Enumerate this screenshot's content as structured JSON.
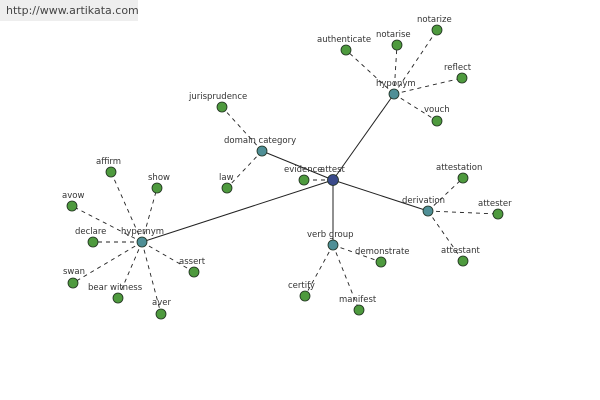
{
  "watermark": "http://www.artikata.com",
  "colors": {
    "leaf": "#4e9a3e",
    "relation": "#4f8f96",
    "center": "#3a4a8a",
    "edge": "#222222"
  },
  "nodes": [
    {
      "id": "attest",
      "label": "attest",
      "kind": "center"
    },
    {
      "id": "hyponym",
      "label": "hyponym",
      "kind": "relation"
    },
    {
      "id": "domain_category",
      "label": "domain category",
      "kind": "relation"
    },
    {
      "id": "hypernym",
      "label": "hypernym",
      "kind": "relation"
    },
    {
      "id": "verb_group",
      "label": "verb group",
      "kind": "relation"
    },
    {
      "id": "derivation",
      "label": "derivation",
      "kind": "relation"
    },
    {
      "id": "evidence",
      "label": "evidence",
      "kind": "leaf"
    },
    {
      "id": "authenticate",
      "label": "authenticate",
      "kind": "leaf"
    },
    {
      "id": "notarise",
      "label": "notarise",
      "kind": "leaf"
    },
    {
      "id": "notarize",
      "label": "notarize",
      "kind": "leaf"
    },
    {
      "id": "reflect",
      "label": "reflect",
      "kind": "leaf"
    },
    {
      "id": "vouch",
      "label": "vouch",
      "kind": "leaf"
    },
    {
      "id": "jurisprudence",
      "label": "jurisprudence",
      "kind": "leaf"
    },
    {
      "id": "law",
      "label": "law",
      "kind": "leaf"
    },
    {
      "id": "affirm",
      "label": "affirm",
      "kind": "leaf"
    },
    {
      "id": "show",
      "label": "show",
      "kind": "leaf"
    },
    {
      "id": "avow",
      "label": "avow",
      "kind": "leaf"
    },
    {
      "id": "declare",
      "label": "declare",
      "kind": "leaf"
    },
    {
      "id": "assert",
      "label": "assert",
      "kind": "leaf"
    },
    {
      "id": "swan",
      "label": "swan",
      "kind": "leaf"
    },
    {
      "id": "bear_witness",
      "label": "bear witness",
      "kind": "leaf"
    },
    {
      "id": "aver",
      "label": "aver",
      "kind": "leaf"
    },
    {
      "id": "certify",
      "label": "certify",
      "kind": "leaf"
    },
    {
      "id": "manifest",
      "label": "manifest",
      "kind": "leaf"
    },
    {
      "id": "demonstrate",
      "label": "demonstrate",
      "kind": "leaf"
    },
    {
      "id": "attestation",
      "label": "attestation",
      "kind": "leaf"
    },
    {
      "id": "attester",
      "label": "attester",
      "kind": "leaf"
    },
    {
      "id": "attestant",
      "label": "attestant",
      "kind": "leaf"
    }
  ],
  "edges": [
    {
      "from": "attest",
      "to": "hyponym",
      "style": "solid"
    },
    {
      "from": "attest",
      "to": "domain_category",
      "style": "solid"
    },
    {
      "from": "attest",
      "to": "hypernym",
      "style": "solid"
    },
    {
      "from": "attest",
      "to": "verb_group",
      "style": "solid"
    },
    {
      "from": "attest",
      "to": "derivation",
      "style": "solid"
    },
    {
      "from": "attest",
      "to": "evidence",
      "style": "dashed"
    },
    {
      "from": "hyponym",
      "to": "authenticate",
      "style": "dashed"
    },
    {
      "from": "hyponym",
      "to": "notarise",
      "style": "dashed"
    },
    {
      "from": "hyponym",
      "to": "notarize",
      "style": "dashed"
    },
    {
      "from": "hyponym",
      "to": "reflect",
      "style": "dashed"
    },
    {
      "from": "hyponym",
      "to": "vouch",
      "style": "dashed"
    },
    {
      "from": "domain_category",
      "to": "jurisprudence",
      "style": "dashed"
    },
    {
      "from": "domain_category",
      "to": "law",
      "style": "dashed"
    },
    {
      "from": "hypernym",
      "to": "affirm",
      "style": "dashed"
    },
    {
      "from": "hypernym",
      "to": "show",
      "style": "dashed"
    },
    {
      "from": "hypernym",
      "to": "avow",
      "style": "dashed"
    },
    {
      "from": "hypernym",
      "to": "declare",
      "style": "dashed"
    },
    {
      "from": "hypernym",
      "to": "assert",
      "style": "dashed"
    },
    {
      "from": "hypernym",
      "to": "swan",
      "style": "dashed"
    },
    {
      "from": "hypernym",
      "to": "bear_witness",
      "style": "dashed"
    },
    {
      "from": "hypernym",
      "to": "aver",
      "style": "dashed"
    },
    {
      "from": "verb_group",
      "to": "certify",
      "style": "dashed"
    },
    {
      "from": "verb_group",
      "to": "manifest",
      "style": "dashed"
    },
    {
      "from": "verb_group",
      "to": "demonstrate",
      "style": "dashed"
    },
    {
      "from": "derivation",
      "to": "attestation",
      "style": "dashed"
    },
    {
      "from": "derivation",
      "to": "attester",
      "style": "dashed"
    },
    {
      "from": "derivation",
      "to": "attestant",
      "style": "dashed"
    }
  ]
}
